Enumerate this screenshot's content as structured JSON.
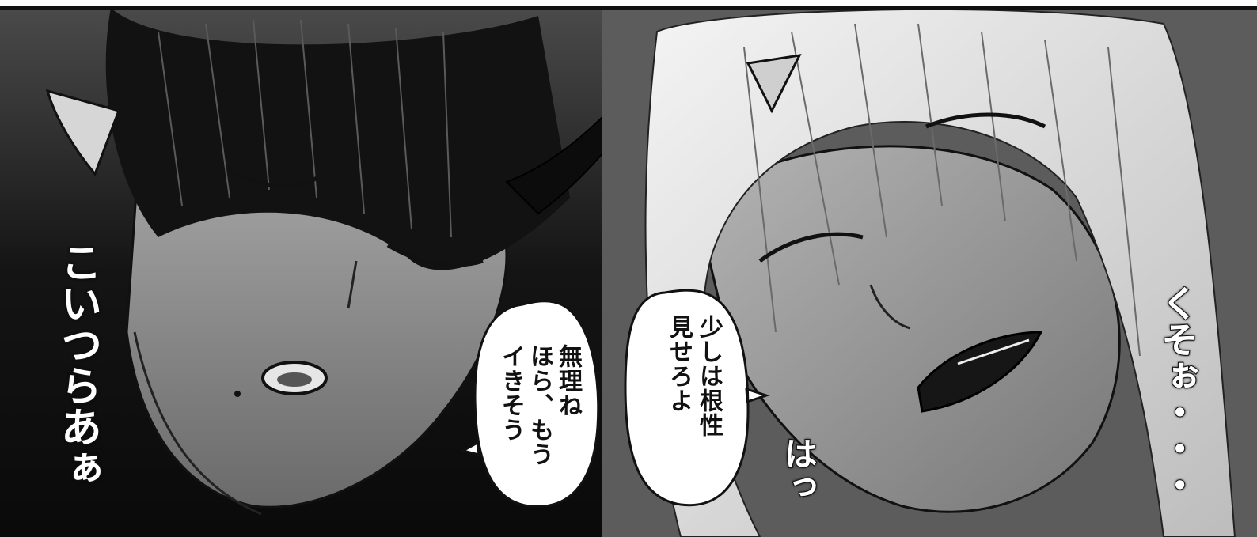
{
  "panel": {
    "sfx_left": "こいつらあぁ",
    "sfx_right": "くそぉ・・・",
    "sfx_center": "はっ"
  },
  "bubbles": {
    "left": {
      "line1": "無理ね",
      "line2": "ほら、もう",
      "line3": "イきそう"
    },
    "right": {
      "line1": "少しは根性",
      "line2": "見せろよ"
    }
  },
  "colors": {
    "border": "#111111",
    "bubble_fill": "#ffffff",
    "hair_dark": "#1a1a1a",
    "hair_light": "#e6e6e6",
    "skin": "#8c8c8c"
  }
}
